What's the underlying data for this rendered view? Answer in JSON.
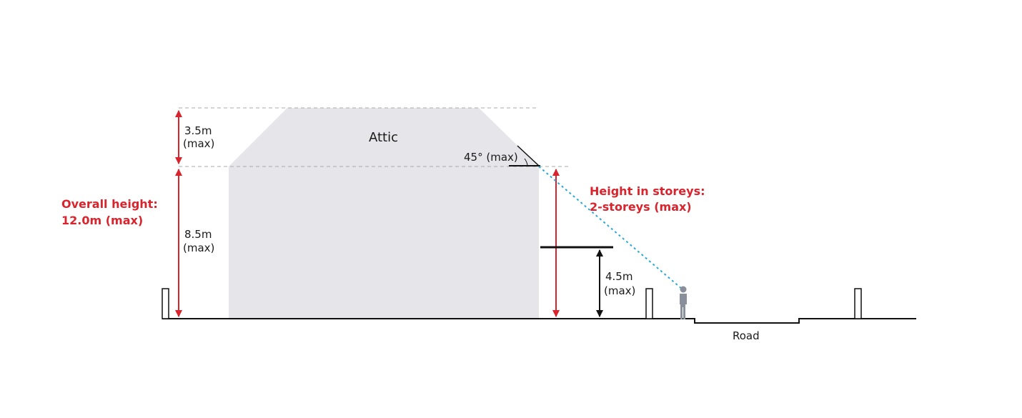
{
  "colors": {
    "building_fill": "#e5e5ea",
    "accent_red": "#d9232d",
    "sight_line": "#29a8d8",
    "guide_dash": "#aaaaaa",
    "ink": "#111111",
    "person": "#8a8f9c"
  },
  "labels": {
    "attic": "Attic",
    "attic_height_value": "3.5m",
    "attic_height_qualifier": "(max)",
    "wall_height_value": "8.5m",
    "wall_height_qualifier": "(max)",
    "overall_height_line1": "Overall height:",
    "overall_height_line2": "12.0m (max)",
    "roof_angle": "45° (max)",
    "storeys_line1": "Height in storeys:",
    "storeys_line2": "2-storeys (max)",
    "front_height_value": "4.5m",
    "front_height_qualifier": "(max)",
    "road": "Road"
  },
  "icons": {
    "person": "person-silhouette-icon"
  }
}
